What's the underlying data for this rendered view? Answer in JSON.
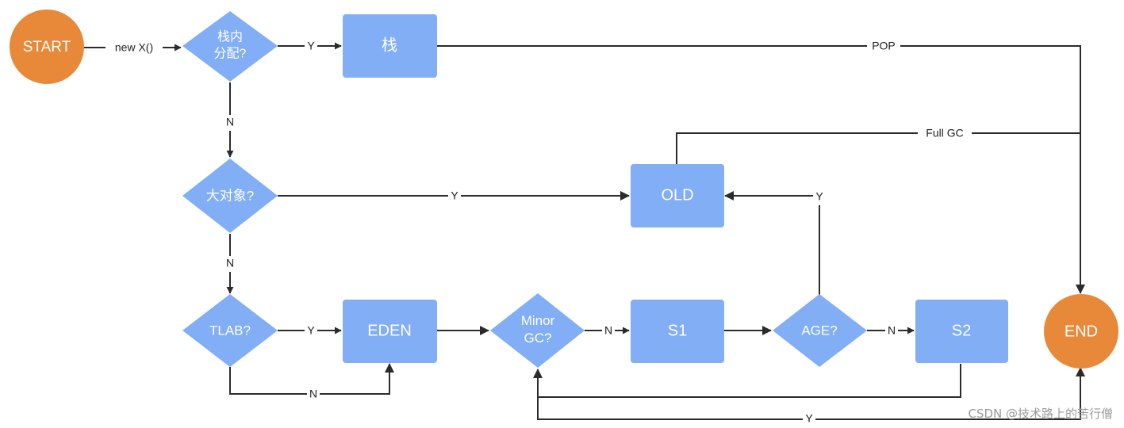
{
  "diagram": {
    "nodes": {
      "start": "START",
      "stack_alloc": "栈内\n分配?",
      "stack": "栈",
      "big_object": "大对象?",
      "old": "OLD",
      "tlab": "TLAB?",
      "eden": "EDEN",
      "minor_gc": "Minor\nGC?",
      "s1": "S1",
      "age": "AGE?",
      "s2": "S2",
      "end": "END"
    },
    "edges": {
      "new_x": "new X()",
      "stack_yes": "Y",
      "pop": "POP",
      "stack_no": "N",
      "full_gc": "Full GC",
      "big_yes": "Y",
      "big_no": "N",
      "age_yes": "Y",
      "tlab_yes": "Y",
      "tlab_no": "N",
      "minor_no": "N",
      "age_no": "N",
      "loop_yes": "Y"
    },
    "colors": {
      "terminal": "#E8893A",
      "process": "#82AEF6",
      "line": "#2b2b2b"
    }
  },
  "watermark": "CSDN @技术路上的苦行僧"
}
